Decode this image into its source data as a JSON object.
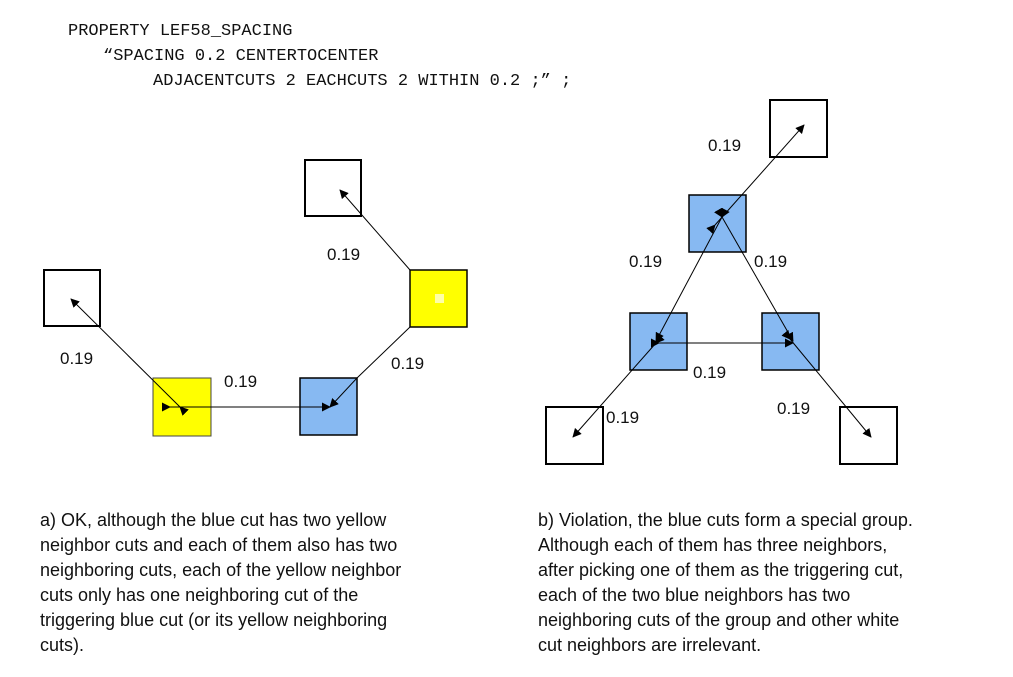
{
  "code": {
    "line1": "PROPERTY LEF58_SPACING",
    "line2": "“SPACING 0.2 CENTERTOCENTER",
    "line3": "ADJACENTCUTS 2 EACHCUTS 2 WITHIN 0.2 ;” ;"
  },
  "colors": {
    "yellow": "#ffff00",
    "blue": "#87b9f2",
    "white": "#ffffff",
    "outline": "#000000"
  },
  "diagram_a": {
    "labels": [
      "0.19",
      "0.19",
      "0.19",
      "0.19"
    ],
    "cut_fills": [
      "white",
      "white",
      "yellow",
      "yellow",
      "blue"
    ]
  },
  "diagram_b": {
    "labels": [
      "0.19",
      "0.19",
      "0.19",
      "0.19",
      "0.19",
      "0.19"
    ],
    "cut_fills": [
      "white",
      "blue",
      "blue",
      "blue",
      "white",
      "white"
    ]
  },
  "captions": {
    "a": [
      "a) OK, although the blue cut has two yellow",
      "neighbor cuts and each of them also has two",
      "neighboring cuts, each of the yellow neighbor",
      "cuts only has one neighboring cut of the",
      "triggering blue cut (or its yellow neighboring",
      "cuts)."
    ],
    "b": [
      "b) Violation, the blue cuts form a special group.",
      "Although each of them has three neighbors,",
      "after picking one of them as the triggering cut,",
      "each of the two blue neighbors has two",
      "neighboring cuts of the group and other white",
      "cut neighbors are irrelevant."
    ]
  }
}
